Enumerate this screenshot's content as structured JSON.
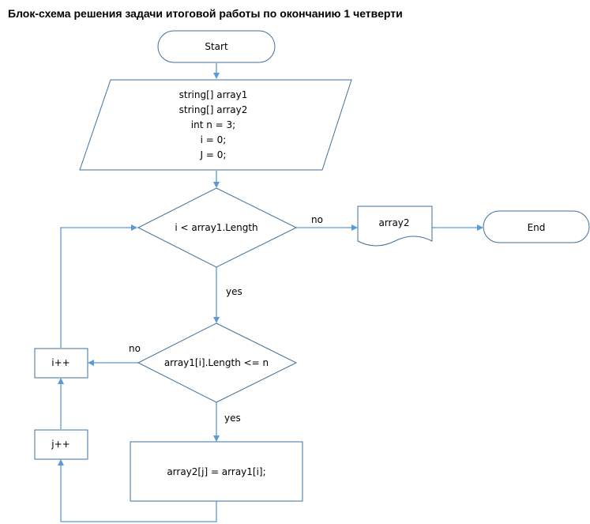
{
  "title": "Блок-схема решения задачи итоговой работы по окончанию 1 четверти",
  "nodes": {
    "start": "Start",
    "init": [
      "string[] array1",
      "string[] array2",
      "int n = 3;",
      "i = 0;",
      "J = 0;"
    ],
    "loop_condition": "i < array1.Length",
    "output": "array2",
    "end": "End",
    "length_condition": "array1[i].Length <= n",
    "assign": "array2[j] =  array1[i];",
    "i_increment": "i++",
    "j_increment": "j++"
  },
  "edge_labels": {
    "loop_no": "no",
    "loop_yes": "yes",
    "length_no": "no",
    "length_yes": "yes"
  },
  "colors": {
    "shape_stroke": "#41719c",
    "connector": "#5b9bd5"
  }
}
